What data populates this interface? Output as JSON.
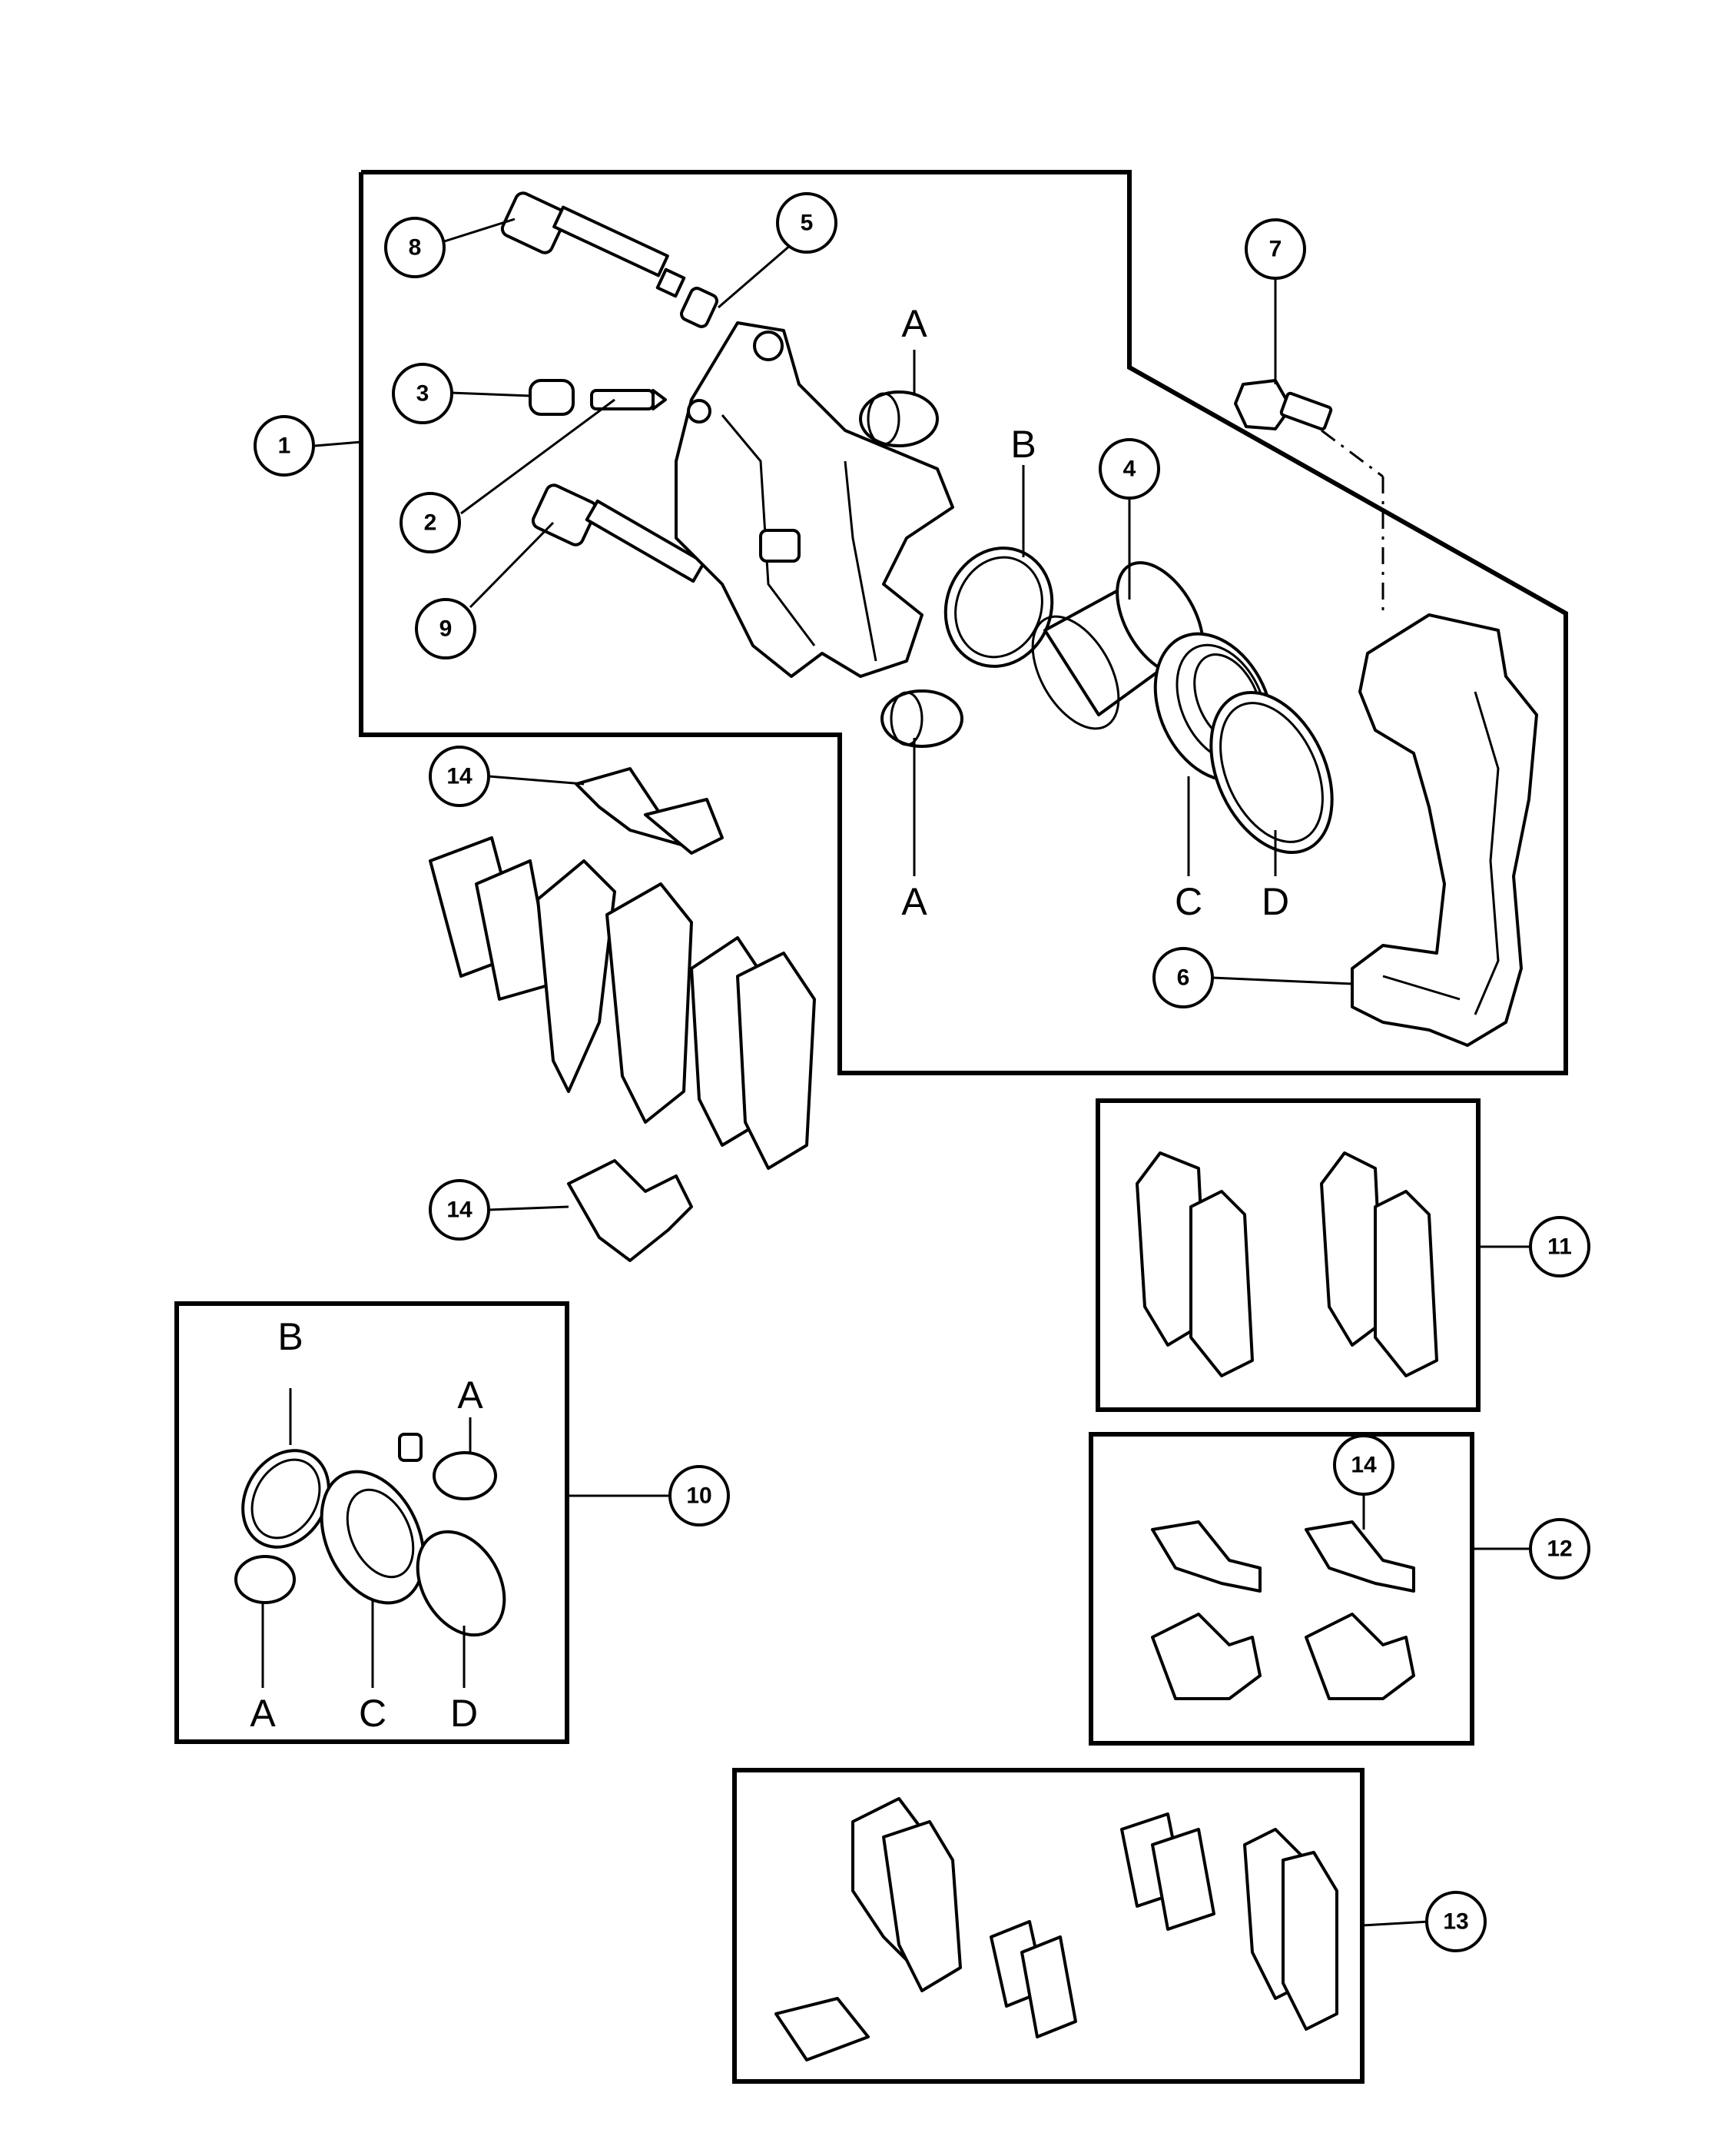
{
  "callouts": {
    "c1": "1",
    "c2": "2",
    "c3": "3",
    "c4": "4",
    "c5": "5",
    "c6": "6",
    "c7": "7",
    "c8": "8",
    "c9": "9",
    "c10": "10",
    "c11": "11",
    "c12": "12",
    "c13": "13",
    "c14a": "14",
    "c14b": "14",
    "c14c": "14"
  },
  "letters": {
    "a_top": "A",
    "a_mid": "A",
    "b_main": "B",
    "c_main": "C",
    "d_main": "D",
    "b_kit": "B",
    "a_kit_right": "A",
    "a_kit_left": "A",
    "c_kit": "C",
    "d_kit": "D"
  }
}
